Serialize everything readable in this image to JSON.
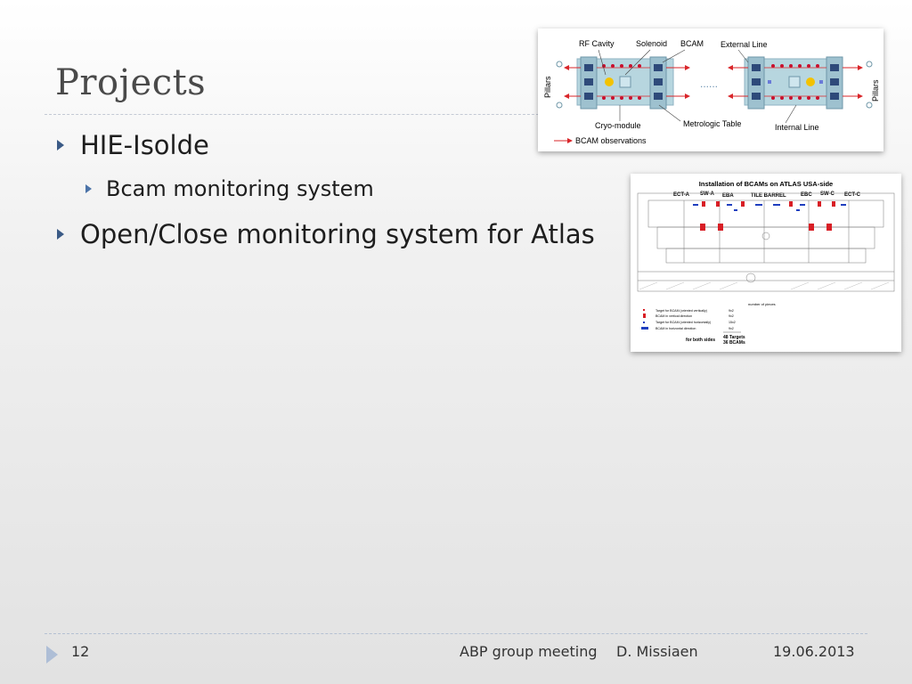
{
  "slide": {
    "title": "Projects",
    "bullets": {
      "b1": "HIE-Isolde",
      "b1_sub": "Bcam monitoring system",
      "b2": "Open/Close monitoring system for Atlas"
    }
  },
  "figure_hie": {
    "labels": {
      "rf_cavity": "RF Cavity",
      "solenoid": "Solenoid",
      "bcam": "BCAM",
      "external_line": "External Line",
      "pillars": "Pillars",
      "cryo_module": "Cryo-module",
      "metrologic_table": "Metrologic Table",
      "internal_line": "Internal Line",
      "legend": "BCAM observations",
      "ellipsis": "......"
    },
    "colors": {
      "module_fill": "#b7d6df",
      "module_frame": "#8fb3c3",
      "blocks": "#2e4a7a",
      "arrows": "#d9262a",
      "dots": "#c8102e",
      "center": "#f3c200"
    }
  },
  "figure_atlas": {
    "title": "Installation of BCAMs on ATLAS USA-side",
    "labels": {
      "ect_a": "ECT-A",
      "sw_a": "SW-A",
      "eba": "EBA",
      "tile_barrel": "TILE BARREL",
      "ebc": "EBC",
      "sw_c": "SW-C",
      "ect_c": "ECT-C"
    },
    "legend": {
      "heading": "number of pieces",
      "rows": [
        {
          "text": "Target for BCAM (oriented vertically)",
          "count": "9x2"
        },
        {
          "text": "BCAM in vertical direction",
          "count": "9x2"
        },
        {
          "text": "Target for BCAM (oriented horizontally)",
          "count": "15x2"
        },
        {
          "text": "BCAM in horizontal direction",
          "count": "9x2"
        }
      ],
      "both_sides_label": "for both sides",
      "total_targets": "48 Targets",
      "total_bcams": "36 BCAMs"
    }
  },
  "footer": {
    "page": "12",
    "meeting": "ABP group meeting",
    "author": "D. Missiaen",
    "date": "19.06.2013"
  }
}
